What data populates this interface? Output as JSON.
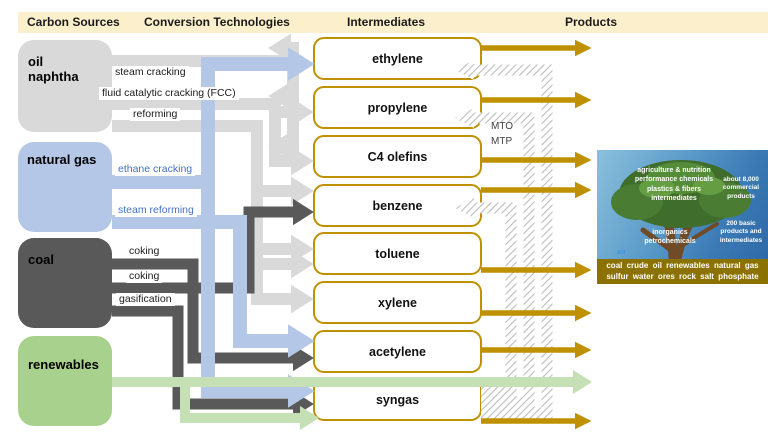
{
  "headers": {
    "carbon_sources": "Carbon Sources",
    "conversion_technologies": "Conversion Technologies",
    "intermediates": "Intermediates",
    "products": "Products"
  },
  "sources": {
    "oil_naphtha": "oil naphtha",
    "natural_gas": "natural gas",
    "coal": "coal",
    "renewables": "renewables"
  },
  "conversions": {
    "steam_cracking": "steam cracking",
    "fcc": "fluid catalytic cracking (FCC)",
    "reforming": "reforming",
    "ethane_cracking": "ethane cracking",
    "steam_reforming": "steam reforming",
    "coking_1": "coking",
    "coking_2": "coking",
    "gasification": "gasification"
  },
  "intermediates": {
    "ethylene": "ethylene",
    "propylene": "propylene",
    "c4_olefins": "C4 olefins",
    "benzene": "benzene",
    "toluene": "toluene",
    "xylene": "xylene",
    "acetylene": "acetylene",
    "syngas": "syngas"
  },
  "routes": {
    "mto": "MTO",
    "mtp": "MTP"
  },
  "products_image": {
    "crown_lines": [
      "agriculture & nutrition",
      "performance chemicals",
      "plastics & fibers",
      "intermediates"
    ],
    "about": "about 8,000 commercial products",
    "trunk_labels": [
      "inorganics",
      "petrochemicals"
    ],
    "basic": "200 basic products and intermediates",
    "air": "air",
    "base_row1": "coal   crude oil   renewables   natural gas",
    "base_row2": "sulfur   water   ores   rock salt   phosphate"
  },
  "colors": {
    "header_bg": "#FCF0CC",
    "gold": "#BF9000",
    "gray": "#D9D9D9",
    "blue_band": "#B4C7E7",
    "blue_text": "#4472C4",
    "dark_gray": "#595959",
    "green_box": "#A9D18E",
    "green_arrow": "#C5E0B4",
    "base_band": "#8A7100"
  }
}
